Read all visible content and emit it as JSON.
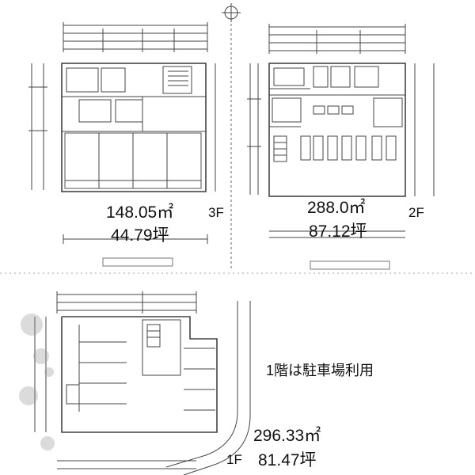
{
  "floors": {
    "f3": {
      "floor_label": "3F",
      "area_m2": "148.05㎡",
      "area_tsubo": "44.79坪"
    },
    "f2": {
      "floor_label": "2F",
      "area_m2": "288.0㎡",
      "area_tsubo": "87.12坪"
    },
    "f1": {
      "floor_label": "1F",
      "area_m2": "296.33㎡",
      "area_tsubo": "81.47坪",
      "note": "1階は駐車場利用"
    }
  },
  "colors": {
    "ink": "#111111",
    "line": "#333333",
    "faint": "#888888"
  }
}
